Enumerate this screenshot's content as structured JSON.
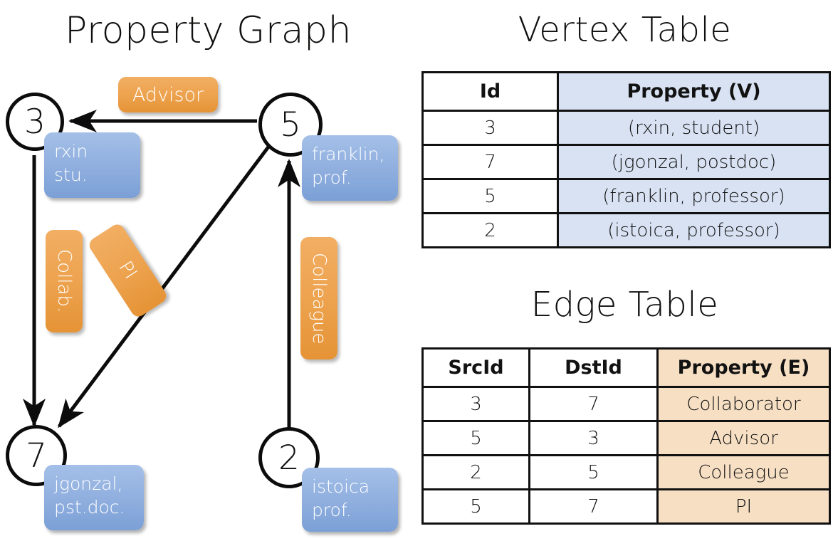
{
  "titles": {
    "property_graph": "Property Graph",
    "vertex_table": "Vertex Table",
    "edge_table": "Edge Table"
  },
  "graph": {
    "nodes": [
      {
        "id": "3",
        "property_lines": [
          "rxin",
          "stu."
        ]
      },
      {
        "id": "5",
        "property_lines": [
          "franklin,",
          "prof."
        ]
      },
      {
        "id": "7",
        "property_lines": [
          "jgonzal,",
          "pst.doc."
        ]
      },
      {
        "id": "2",
        "property_lines": [
          "istoica",
          "prof."
        ]
      }
    ],
    "node_labels": {
      "n3": "3",
      "n5": "5",
      "n7": "7",
      "n2": "2"
    },
    "vertex_props": {
      "rxin_line1": "rxin",
      "rxin_line2": "stu.",
      "franklin_line1": "franklin,",
      "franklin_line2": "prof.",
      "jgonzal_line1": "jgonzal,",
      "jgonzal_line2": "pst.doc.",
      "istoica_line1": "istoica",
      "istoica_line2": "prof."
    },
    "edge_labels": {
      "advisor": "Advisor",
      "collab": "Collab.",
      "pi": "PI",
      "colleague": "Colleague"
    },
    "edges": [
      {
        "from": "5",
        "to": "3",
        "label": "Advisor"
      },
      {
        "from": "3",
        "to": "7",
        "label": "Collab."
      },
      {
        "from": "5",
        "to": "7",
        "label": "PI"
      },
      {
        "from": "2",
        "to": "5",
        "label": "Colleague"
      }
    ]
  },
  "vertex_table": {
    "columns": [
      "Id",
      "Property (V)"
    ],
    "rows": [
      {
        "id": "3",
        "property": "(rxin, student)"
      },
      {
        "id": "7",
        "property": "(jgonzal, postdoc)"
      },
      {
        "id": "5",
        "property": "(franklin, professor)"
      },
      {
        "id": "2",
        "property": "(istoica, professor)"
      }
    ]
  },
  "edge_table": {
    "columns": [
      "SrcId",
      "DstId",
      "Property (E)"
    ],
    "rows": [
      {
        "src": "3",
        "dst": "7",
        "property": "Collaborator"
      },
      {
        "src": "5",
        "dst": "3",
        "property": "Advisor"
      },
      {
        "src": "2",
        "dst": "5",
        "property": "Colleague"
      },
      {
        "src": "5",
        "dst": "7",
        "property": "PI"
      }
    ]
  },
  "colors": {
    "vertex_property_fill": "#d8e2f3",
    "edge_property_fill": "#f7dfc4",
    "vertex_box_blue": "#93b1e0",
    "edge_label_orange": "#eda34f",
    "stroke": "#111111",
    "background": "#ffffff"
  }
}
